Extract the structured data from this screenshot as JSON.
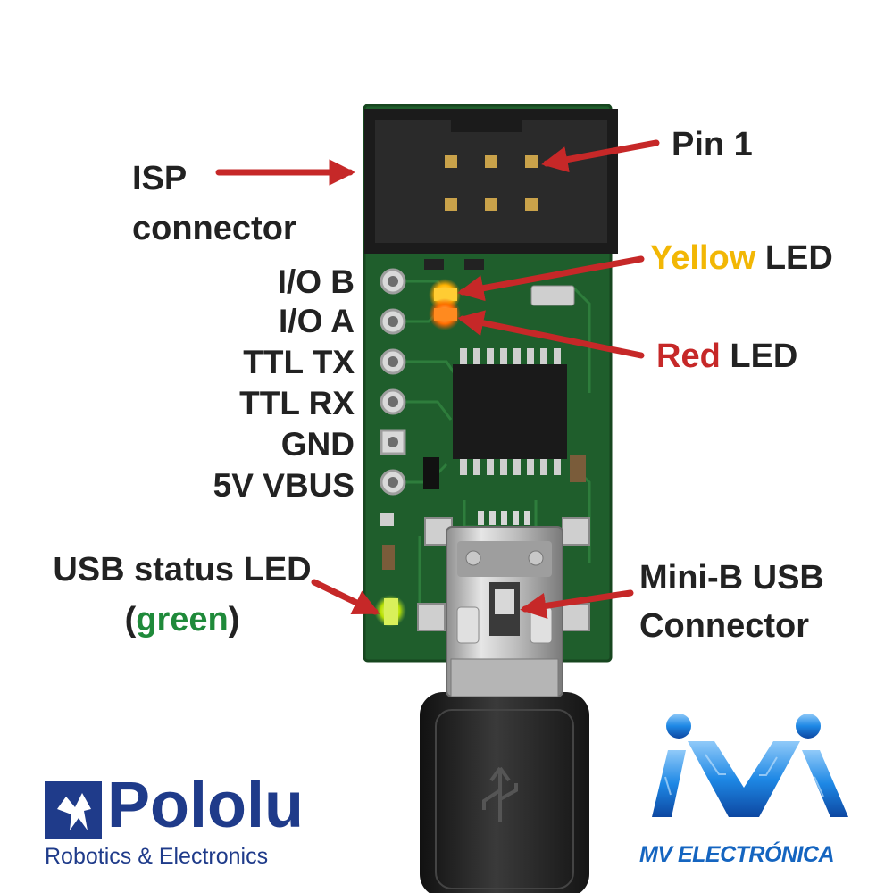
{
  "callouts": {
    "isp_line1": "ISP",
    "isp_line2": "connector",
    "pin1": "Pin 1",
    "yellow_word": "Yellow",
    "yellow_rest": " LED",
    "red_word": "Red",
    "red_rest": " LED",
    "usb_status_line1": "USB status LED",
    "usb_status_open": "(",
    "usb_status_green": "green",
    "usb_status_close": ")",
    "miniusb_line1": "Mini-B USB",
    "miniusb_line2": "Connector"
  },
  "pins": [
    "I/O B",
    "I/O A",
    "TTL TX",
    "TTL RX",
    "GND",
    "5V VBUS"
  ],
  "logos": {
    "pololu_name": "Pololu",
    "pololu_tagline": "Robotics & Electronics",
    "mv_tagline": "MV ELECTRÓNICA"
  },
  "colors": {
    "label_text": "#222222",
    "arrow": "#c62828",
    "yellow_word": "#f2b705",
    "red_word": "#c62828",
    "green_word": "#1f8a3a",
    "pcb": "#1f5e2c",
    "pololu_blue": "#1f3b8a",
    "mv_blue": "#1e88e5"
  }
}
